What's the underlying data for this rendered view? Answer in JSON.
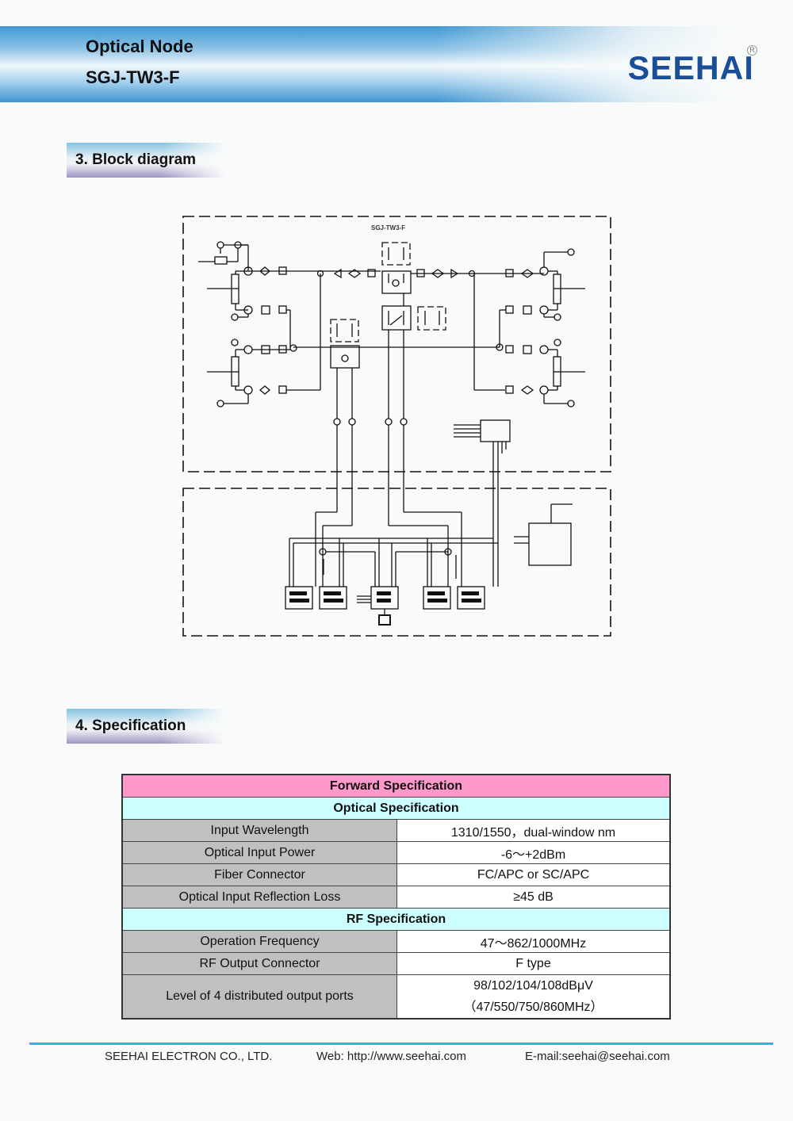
{
  "header": {
    "title": "Optical Node",
    "model": "SGJ-TW3-F",
    "logo": "SEEHAI",
    "logo_mark": "R"
  },
  "sections": {
    "block_diagram": "3.  Block diagram",
    "specification": "4. Specification"
  },
  "diagram": {
    "title": "SGJ-TW3-F",
    "description": "Block diagram of optical node: upper module with RF amplification paths, splitters/couplers and four RF outputs; lower module with optical receiver/transmitter modules and power supply",
    "icons": [
      "rf-port-icon",
      "coupler-icon",
      "attenuator-icon",
      "equalizer-icon",
      "amplifier-icon",
      "splitter-icon",
      "switch-icon",
      "optical-connector-icon",
      "module-box-icon",
      "power-supply-icon"
    ]
  },
  "spec_table": {
    "forward_header": "Forward Specification",
    "optical_header": "Optical Specification",
    "optical_rows": [
      {
        "label": "Input Wavelength",
        "value": "1310/1550，dual-window nm"
      },
      {
        "label": "Optical Input Power",
        "value": "-6～+2dBm"
      },
      {
        "label": "Fiber Connector",
        "value": "FC/APC or SC/APC"
      },
      {
        "label": "Optical Input Reflection Loss",
        "value": "≥45 dB"
      }
    ],
    "rf_header": "RF Specification",
    "rf_rows": [
      {
        "label": "Operation Frequency",
        "value": "47～862/1000MHz"
      },
      {
        "label": "RF Output Connector",
        "value": "F type"
      }
    ],
    "level_row": {
      "label": "Level of 4 distributed output ports",
      "value_line1": "98/102/104/108dBμV",
      "value_line2": "（47/550/750/860MHz）"
    }
  },
  "colors": {
    "forward_header_bg": "#ff99cc",
    "sub_header_bg": "#ccffff",
    "label_cell_bg": "#c0c0c0",
    "logo": "#1a4e99",
    "footer_line": "#22b9e6"
  },
  "footer": {
    "company": "SEEHAI ELECTRON CO., LTD.",
    "web": "Web: http://www.seehai.com",
    "email": "E-mail:seehai@seehai.com"
  }
}
